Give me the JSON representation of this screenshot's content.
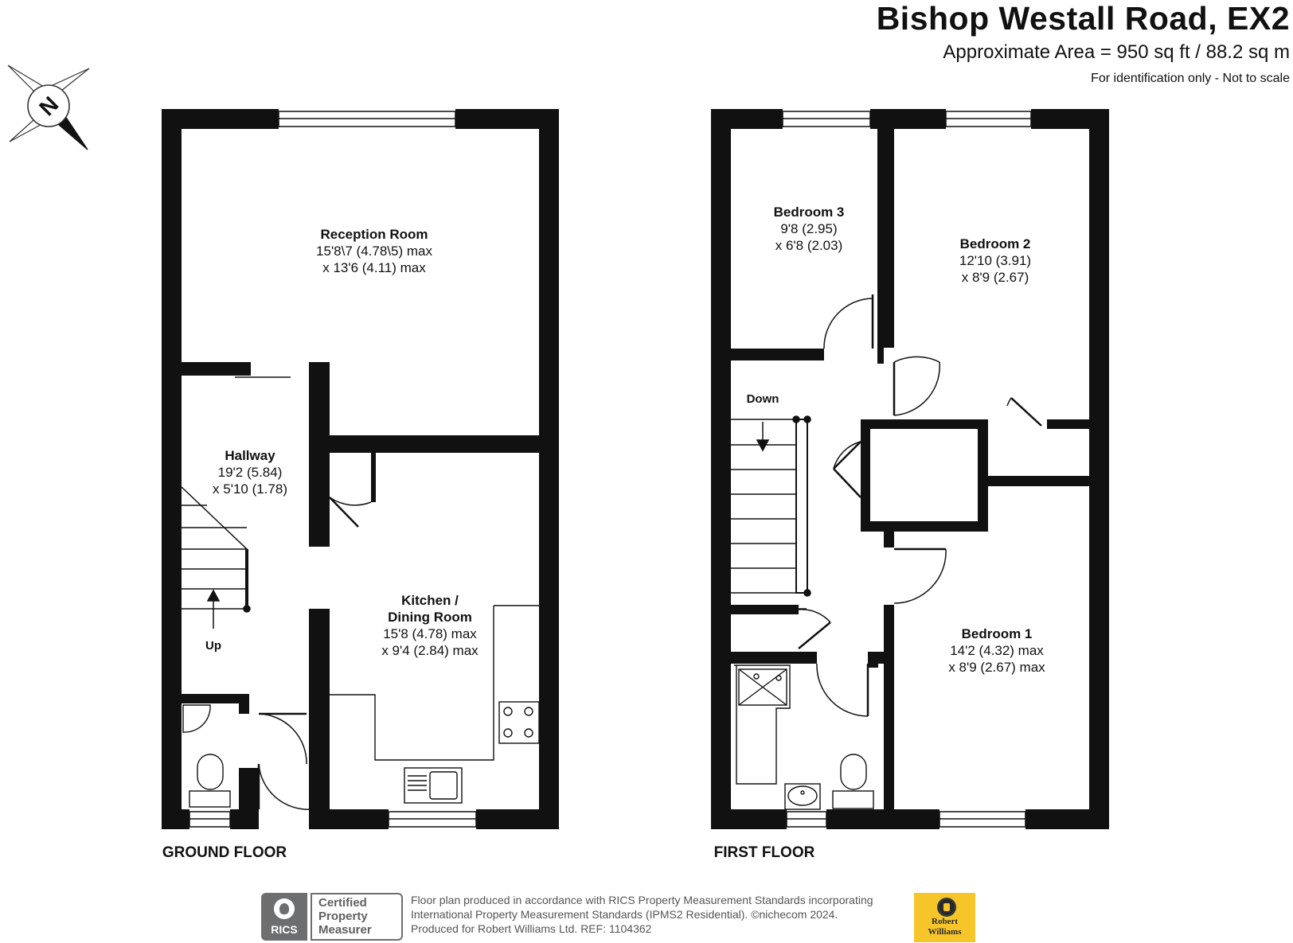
{
  "header": {
    "title": "Bishop Westall Road, EX2",
    "area": "Approximate Area = 950 sq ft / 88.2 sq m",
    "note": "For identification only - Not to scale"
  },
  "compass": {
    "label": "N"
  },
  "ground_floor": {
    "label": "GROUND FLOOR",
    "rooms": [
      {
        "name": "Reception Room",
        "dim1": "15'8\\7 (4.78\\5) max",
        "dim2": "x 13'6 (4.11) max"
      },
      {
        "name": "Hallway",
        "dim1": "19'2 (5.84)",
        "dim2": "x 5'10 (1.78)"
      },
      {
        "name": "Kitchen /",
        "name2": "Dining Room",
        "dim1": "15'8 (4.78) max",
        "dim2": "x 9'4 (2.84) max"
      }
    ],
    "stairs_label": "Up"
  },
  "first_floor": {
    "label": "FIRST FLOOR",
    "rooms": [
      {
        "name": "Bedroom 3",
        "dim1": "9'8 (2.95)",
        "dim2": "x 6'8 (2.03)"
      },
      {
        "name": "Bedroom 2",
        "dim1": "12'10 (3.91)",
        "dim2": "x 8'9 (2.67)"
      },
      {
        "name": "Bedroom 1",
        "dim1": "14'2 (4.32) max",
        "dim2": "x 8'9 (2.67) max"
      }
    ],
    "stairs_label": "Down"
  },
  "footer": {
    "line1": "Floor plan produced in accordance with RICS Property Measurement Standards incorporating",
    "line2": "International Property Measurement Standards (IPMS2 Residential).   ©nichecom 2024.",
    "line3": "Produced for Robert Williams Ltd.   REF: 1104362",
    "rics_badge": {
      "logo": "RICS",
      "line1": "Certified",
      "line2": "Property",
      "line3": "Measurer"
    },
    "agent_logo": {
      "line1": "Robert",
      "line2": "Williams"
    }
  }
}
